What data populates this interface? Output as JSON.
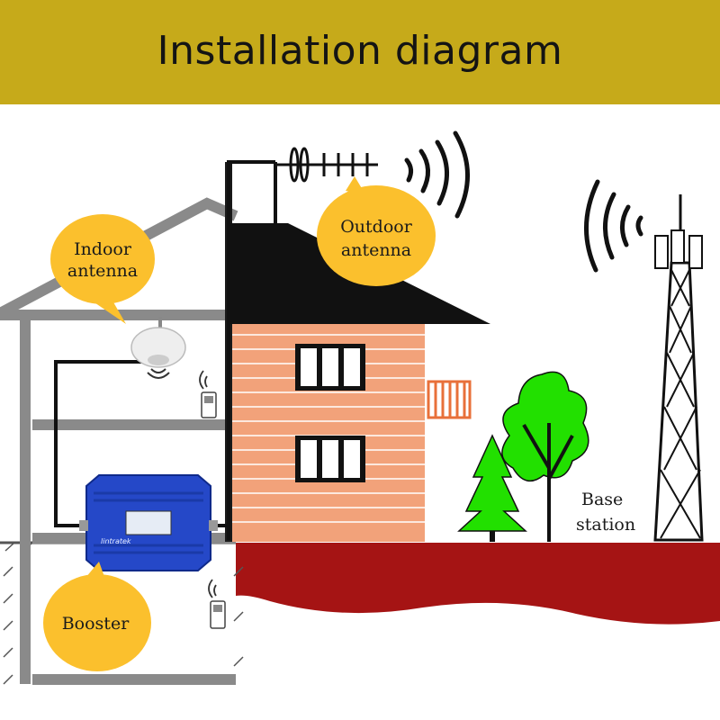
{
  "title": "Installation diagram",
  "labels": {
    "indoor_antenna": [
      "Indoor",
      "antenna"
    ],
    "outdoor_antenna": [
      "Outdoor",
      "antenna"
    ],
    "booster": "Booster",
    "base_station": [
      "Base",
      "station"
    ],
    "booster_brand": "lintratek"
  },
  "colors": {
    "banner": "#c6aa1a",
    "callout": "#fbc02d",
    "brick": "#f2a27a",
    "ground": "#a51414",
    "tree": "#22e000",
    "booster": "#2548c8"
  }
}
